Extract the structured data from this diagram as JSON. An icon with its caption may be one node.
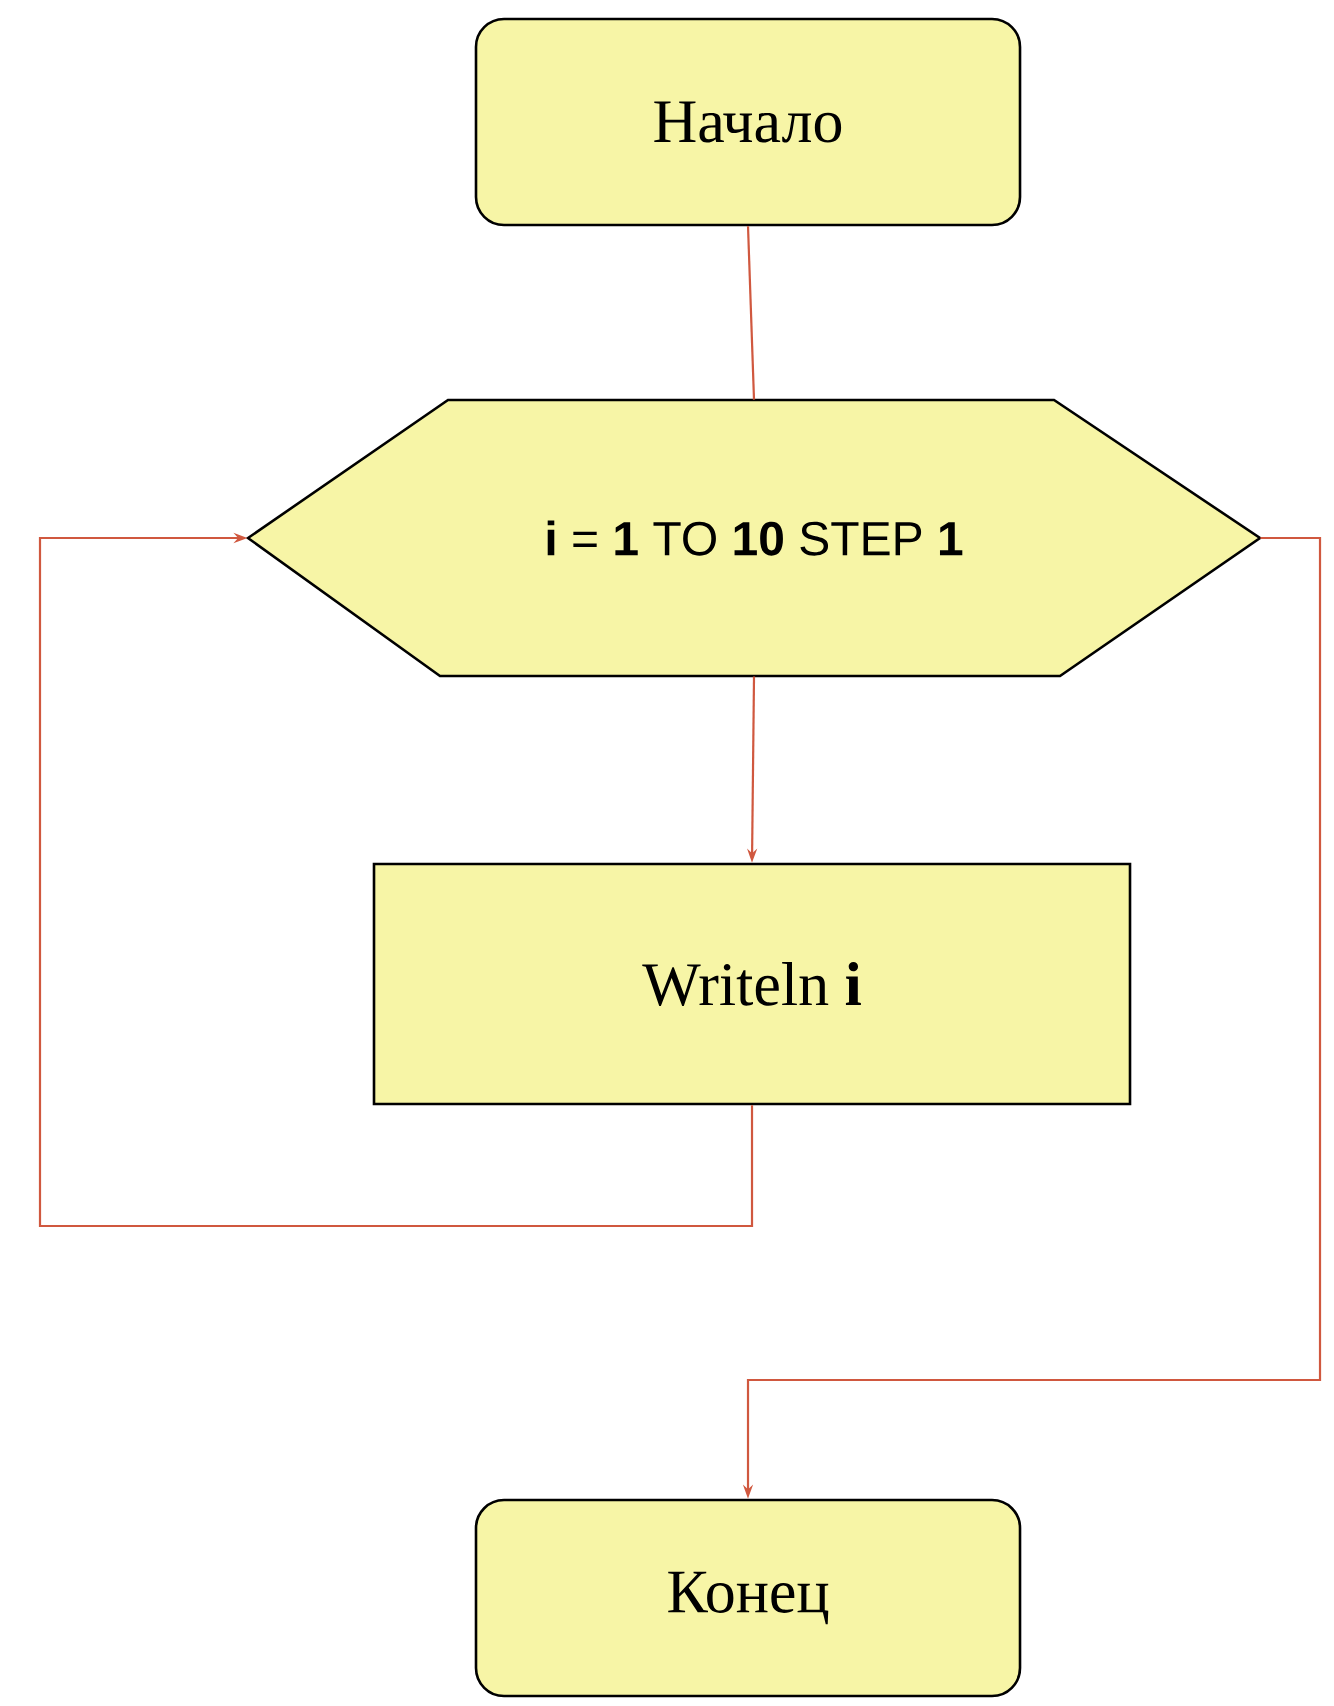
{
  "diagram": {
    "nodes": [
      {
        "text": [
          "Начало"
        ]
      },
      {
        "text": [
          "**i** = **1** TO **10** STEP **1**"
        ]
      },
      {
        "text": [
          "Writeln **i**"
        ]
      },
      {
        "text": [
          "Конец"
        ]
      }
    ],
    "edges": [
      {
        "from": 0,
        "to": 1,
        "arrow": "none"
      },
      {
        "from": 1,
        "to": 2,
        "arrow": "to"
      },
      {
        "from": 2,
        "to": 1,
        "arrow": "to"
      },
      {
        "from": 1,
        "to": 3,
        "arrow": "to"
      }
    ]
  }
}
